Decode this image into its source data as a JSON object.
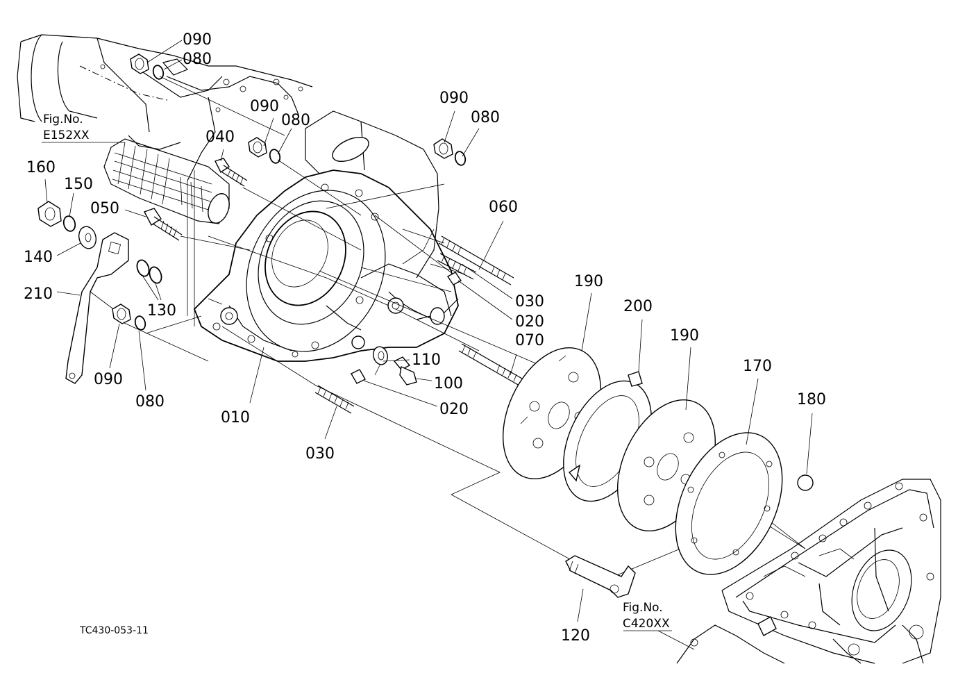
{
  "figure_code": "TC430-053-11",
  "references": [
    {
      "label": "Fig.No.",
      "code": "E152XX"
    },
    {
      "label": "Fig.No.",
      "code": "C420XX"
    }
  ],
  "part_labels": [
    "090",
    "080",
    "090",
    "080",
    "090",
    "080",
    "040",
    "160",
    "150",
    "050",
    "140",
    "210",
    "130",
    "090",
    "080",
    "060",
    "030",
    "020",
    "070",
    "110",
    "100",
    "020",
    "010",
    "030",
    "190",
    "200",
    "190",
    "170",
    "180",
    "120"
  ]
}
